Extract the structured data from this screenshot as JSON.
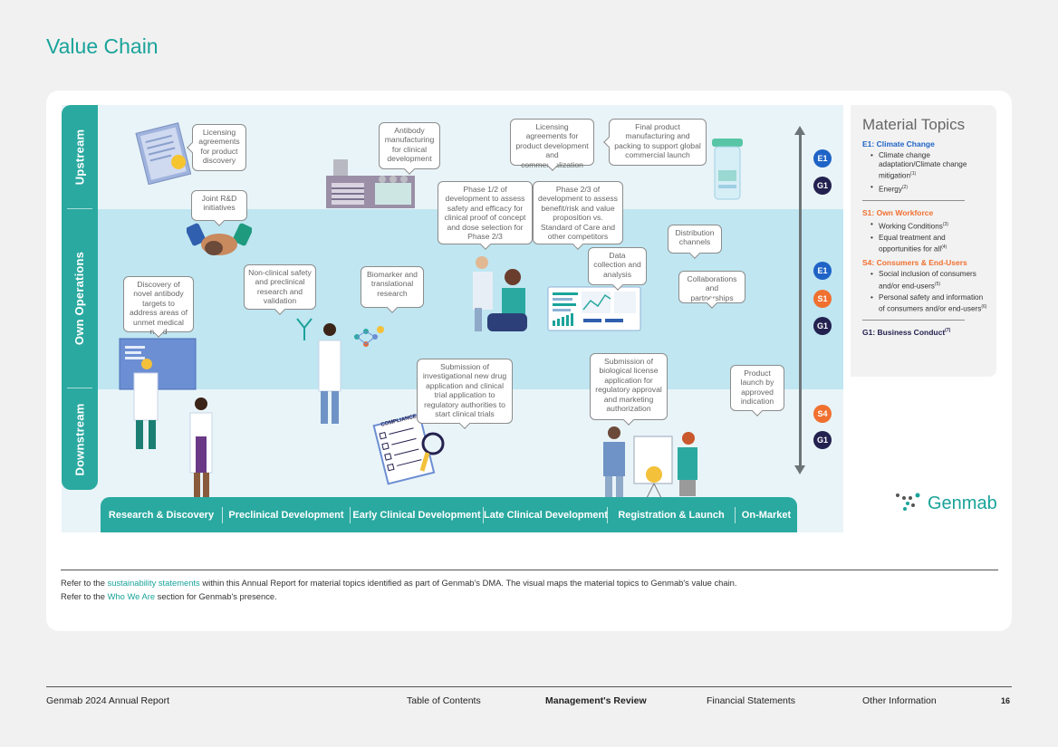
{
  "page": {
    "title": "Value Chain"
  },
  "rails": {
    "upstream": "Upstream",
    "own": "Own Operations",
    "downstream": "Downstream"
  },
  "stages": [
    "Research & Discovery",
    "Preclinical Development",
    "Early Clinical Development",
    "Late Clinical Development",
    "Registration & Launch",
    "On-Market"
  ],
  "bubbles": {
    "licensing_discovery": "Licensing agreements for product discovery",
    "antibody_mfg": "Antibody manufacturing for clinical development",
    "licensing_dev": "Licensing agreements for product development and commercialization",
    "final_product": "Final product manufacturing and packing to support global commercial launch",
    "joint_rd": "Joint R&D initiatives",
    "phase12": "Phase 1/2 of development to assess safety and efficacy for clinical proof of concept and dose selection for Phase 2/3",
    "phase23": "Phase 2/3 of development to assess benefit/risk and value proposition vs. Standard of Care and other competitors",
    "distribution": "Distribution channels",
    "data_collection": "Data collection and analysis",
    "collaborations": "Collaborations and partnerships",
    "discovery": "Discovery of novel antibody targets to address areas of unmet medical need",
    "nonclinical": "Non-clinical safety and preclinical research and validation",
    "biomarker": "Biomarker and translational research",
    "ind": "Submission of investigational new drug application and clinical trial application to regulatory authorities to start clinical trials",
    "bla": "Submission of biological license application for regulatory approval and marketing authorization",
    "product_launch": "Product launch by approved indication"
  },
  "illustration": {
    "compliance_label": "COMPLIANCE"
  },
  "badges": {
    "upstream": [
      "E1",
      "G1"
    ],
    "own": [
      "E1",
      "S1",
      "G1"
    ],
    "downstream": [
      "S4",
      "G1"
    ]
  },
  "topics": {
    "title": "Material Topics",
    "e1": {
      "head": "E1: Climate Change",
      "items": [
        "Climate change adaptation/Climate change mitigation",
        "Energy"
      ],
      "sups": [
        "(1)",
        "(2)"
      ]
    },
    "s1": {
      "head": "S1: Own Workforce",
      "items": [
        "Working Conditions",
        "Equal treatment and opportunities for all"
      ],
      "sups": [
        "(3)",
        "(4)"
      ]
    },
    "s4": {
      "head": "S4: Consumers & End-Users",
      "items": [
        "Social inclusion of consumers and/or end-users",
        "Personal safety and information of consumers and/or end-users"
      ],
      "sups": [
        "(5)",
        "(6)"
      ]
    },
    "g1": {
      "head": "G1: Business Conduct",
      "sup": "(7)"
    }
  },
  "logo": {
    "text": "Genmab"
  },
  "footnotes": {
    "line1_pre": "Refer to the ",
    "line1_link": "sustainability statements",
    "line1_post": " within this Annual Report for material topics identified as part of Genmab's DMA. The visual maps the material topics to Genmab's value chain.",
    "line2_pre": "Refer to the ",
    "line2_link": "Who We Are",
    "line2_post": " section for Genmab's presence."
  },
  "footer": {
    "report": "Genmab 2024 Annual Report",
    "toc": "Table of Contents",
    "mgmt": "Management's Review",
    "fin": "Financial Statements",
    "other": "Other Information",
    "page_no": "16"
  },
  "colors": {
    "teal": "#2aa9a0",
    "title_teal": "#1aa39a",
    "e_blue": "#1f63c6",
    "s_orange": "#f07030",
    "g_navy": "#23214f"
  }
}
